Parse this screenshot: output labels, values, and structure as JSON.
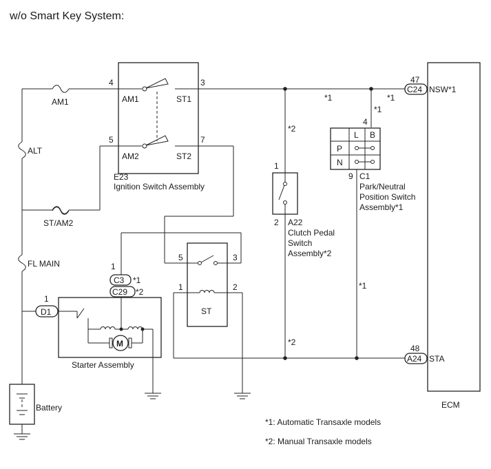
{
  "title": "w/o Smart Key System:",
  "fuses": {
    "am1": "AM1",
    "alt": "ALT",
    "st_am2": "ST/AM2",
    "fl_main": "FL MAIN"
  },
  "ignition_switch": {
    "code": "E23",
    "name": "Ignition Switch Assembly",
    "pins": {
      "am1": "4",
      "st1": "3",
      "am2": "5",
      "st2": "7"
    },
    "terminals": {
      "am1": "AM1",
      "st1": "ST1",
      "am2": "AM2",
      "st2": "ST2"
    }
  },
  "st_relay": {
    "name": "ST",
    "pins": {
      "p5": "5",
      "p3": "3",
      "p1": "1",
      "p2": "2"
    }
  },
  "starter": {
    "name": "Starter Assembly",
    "motor": "M",
    "pin_d1": "1",
    "conn_d1": "D1",
    "pin_c": "1",
    "conn_c3": "C3",
    "conn_c3_note": "*1",
    "conn_c29": "C29",
    "conn_c29_note": "*2"
  },
  "clutch_switch": {
    "code": "A22",
    "name_line1": "Clutch Pedal",
    "name_line2": "Switch",
    "name_line3": "Assembly*2",
    "pin_top": "1",
    "pin_bottom": "2",
    "note_top": "*2",
    "note_bottom": "*2"
  },
  "pn_switch": {
    "code": "C1",
    "name_line1": "Park/Neutral",
    "name_line2": "Position Switch",
    "name_line3": "Assembly*1",
    "pin_top": "4",
    "pin_bottom": "9",
    "col_l": "L",
    "col_b": "B",
    "row_p": "P",
    "row_n": "N",
    "note_top": "*1",
    "note_bottom": "*1",
    "note_wire": "*1"
  },
  "ecm": {
    "name": "ECM",
    "nsw_pin": "47",
    "nsw_conn": "C24",
    "nsw_label": "NSW*1",
    "nsw_note": "*1",
    "sta_pin": "48",
    "sta_conn": "A24",
    "sta_label": "STA"
  },
  "battery": "Battery",
  "legend": {
    "note1": "*1: Automatic Transaxle models",
    "note2": "*2: Manual Transaxle models"
  }
}
